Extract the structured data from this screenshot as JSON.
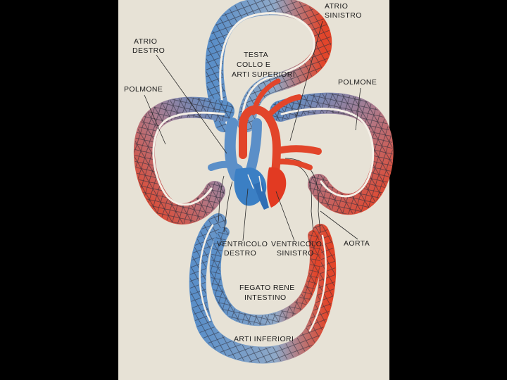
{
  "labels": {
    "atrio_sinistro": [
      "ATRIO",
      "SINISTRO"
    ],
    "atrio_destro": [
      "ATRIO",
      "DESTRO"
    ],
    "testa": [
      "TESTA",
      "COLLO  E",
      "ARTI SUPERIORI"
    ],
    "polmone_left": "POLMONE",
    "polmone_right": "POLMONE",
    "ventricolo_destro": [
      "VENTRICOLO",
      "DESTRO"
    ],
    "ventricolo_sinistro": [
      "VENTRICOLO",
      "SINISTRO"
    ],
    "aorta": "AORTA",
    "fegato": [
      "FEGATO  RENE",
      "INTESTINO"
    ],
    "arti_inferiori": "ARTI  INFERIORI"
  },
  "colors": {
    "background": "#000000",
    "paper": "#ece7dc",
    "arterial": "#e2452a",
    "venous": "#5b8fc8",
    "heart_blue": "#3b7fc4",
    "heart_red": "#e23a22"
  }
}
